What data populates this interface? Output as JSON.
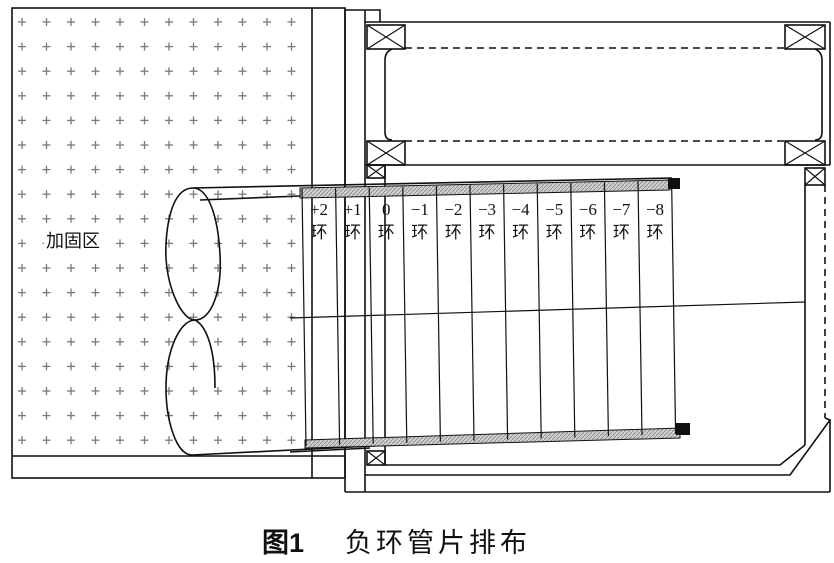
{
  "figure": {
    "caption_label": "图1",
    "caption_title": "负环管片排布"
  },
  "zone_label": "加固区",
  "rings": [
    {
      "number": "+2",
      "unit": "环"
    },
    {
      "number": "+1",
      "unit": "环"
    },
    {
      "number": "0",
      "unit": "环"
    },
    {
      "number": "−1",
      "unit": "环"
    },
    {
      "number": "−2",
      "unit": "环"
    },
    {
      "number": "−3",
      "unit": "环"
    },
    {
      "number": "−4",
      "unit": "环"
    },
    {
      "number": "−5",
      "unit": "环"
    },
    {
      "number": "−6",
      "unit": "环"
    },
    {
      "number": "−7",
      "unit": "环"
    },
    {
      "number": "−8",
      "unit": "环"
    }
  ]
}
